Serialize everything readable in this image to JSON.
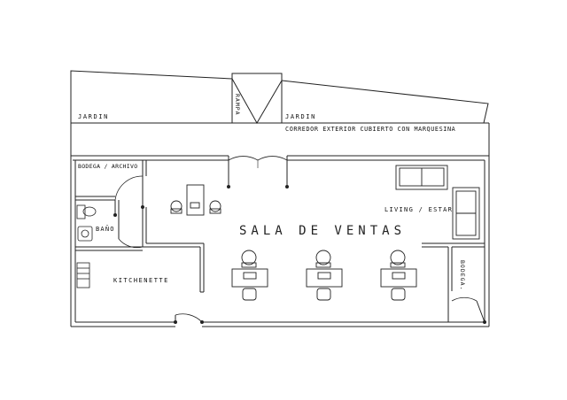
{
  "labels": {
    "jardin_left": "JARDIN",
    "rampa": "RAMPA",
    "jardin_right": "JARDIN",
    "corredor": "CORREDOR EXTERIOR CUBIERTO CON MARQUESINA",
    "bodega_archivo": "BODEGA / ARCHIVO",
    "bano": "BAÑO",
    "kitchenette": "KITCHENETTE",
    "sala_ventas": "SALA DE VENTAS",
    "living_estar": "LIVING / ESTAR",
    "bodega": "BODEGA."
  }
}
